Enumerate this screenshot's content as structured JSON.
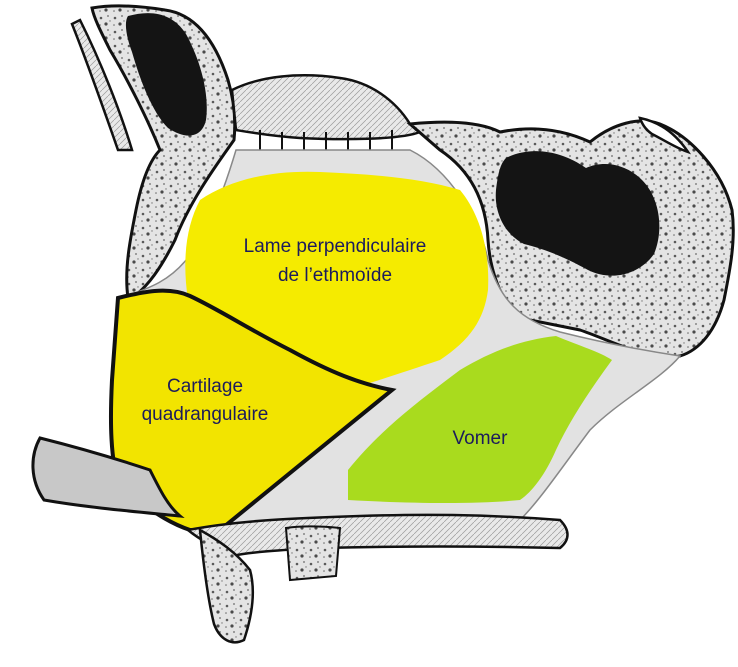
{
  "labels": {
    "ethmoid_line1": "Lame perpendiculaire",
    "ethmoid_line2": "de l’ethmoïde",
    "cartilage_line1": "Cartilage",
    "cartilage_line2": "quadrangulaire",
    "vomer": "Vomer"
  },
  "colors": {
    "ethmoid_fill": "#F5EB00",
    "cartilage_fill": "#F2E400",
    "vomer_fill": "#A9DB1E",
    "bone_fill": "#E2E2E2",
    "sinus_fill": "#141414",
    "outline": "#111111",
    "label_text": "#1C1C5C"
  }
}
